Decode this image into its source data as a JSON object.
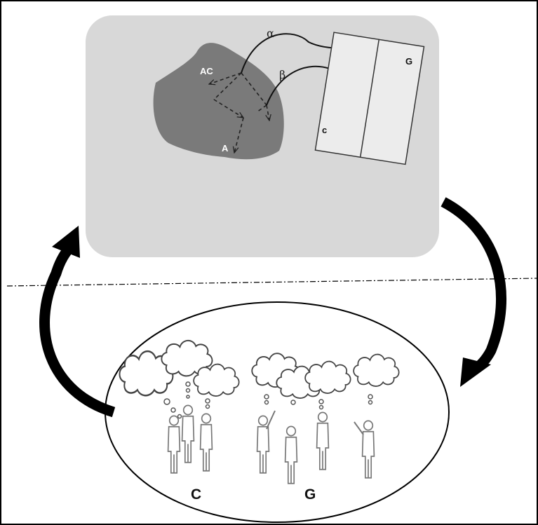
{
  "upper_panel": {
    "region_label_ac": "AC",
    "region_label_a": "A",
    "arrow_label_alpha": "α",
    "arrow_label_beta": "β",
    "sheet_label_g": "G",
    "sheet_label_c": "c"
  },
  "lower_panel": {
    "group_c_label": "C",
    "group_g_label": "G"
  },
  "colors": {
    "panel_fill": "#d8d8d8",
    "blob_fill": "#7a7a7a",
    "sheet_fill": "#ececec",
    "cycle_arrow": "#000000"
  }
}
